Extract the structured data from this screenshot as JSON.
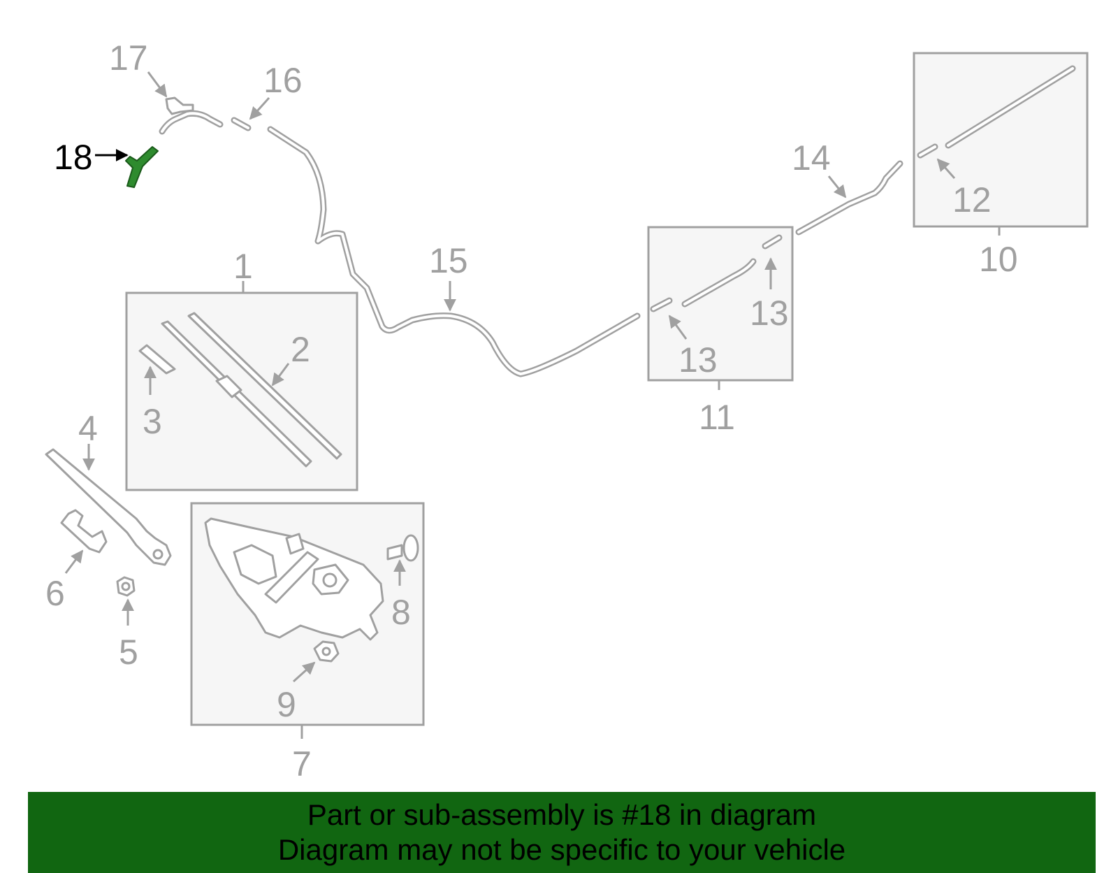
{
  "diagram": {
    "highlight_color": "#2e8b2e",
    "line_color": "#a0a0a0",
    "callouts": {
      "c1": "1",
      "c2": "2",
      "c3": "3",
      "c4": "4",
      "c5": "5",
      "c6": "6",
      "c7": "7",
      "c8": "8",
      "c9": "9",
      "c10": "10",
      "c11": "11",
      "c12": "12",
      "c13a": "13",
      "c13b": "13",
      "c14": "14",
      "c15": "15",
      "c16": "16",
      "c17": "17",
      "c18": "18"
    }
  },
  "banner": {
    "line1": "Part or sub-assembly is #18 in diagram",
    "line2": "Diagram may not be specific to your vehicle",
    "background": "#116611"
  }
}
